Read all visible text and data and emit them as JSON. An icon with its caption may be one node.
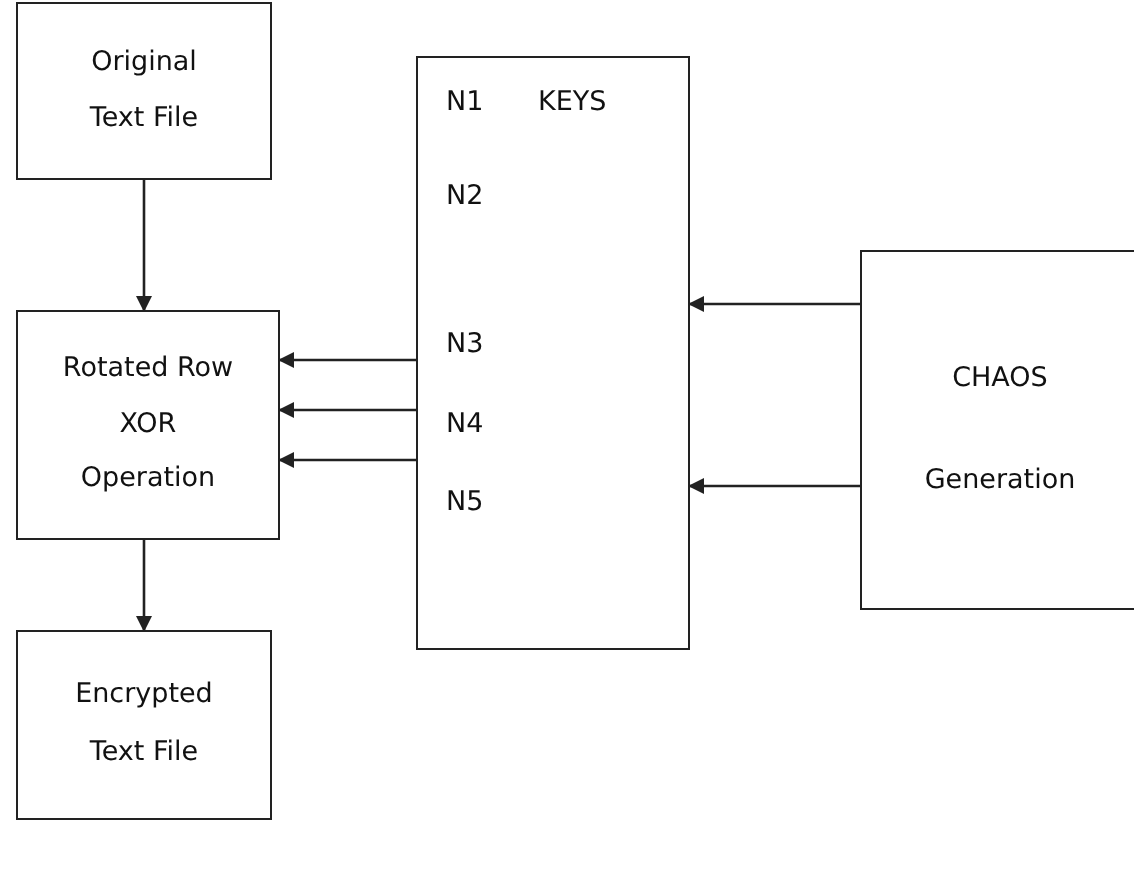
{
  "diagram": {
    "nodes": [
      {
        "text": [
          "Original",
          "Text File"
        ]
      },
      {
        "text": [
          "Rotated Row",
          "XOR",
          "Operation"
        ]
      },
      {
        "text": [
          "Encrypted",
          "Text File"
        ]
      },
      {
        "text": [
          "N1",
          "KEYS",
          "N2",
          "N3",
          "N4",
          "N5"
        ]
      },
      {
        "text": [
          "CHAOS",
          "Generation"
        ]
      }
    ],
    "edges": [
      {
        "from": 0,
        "to": 1,
        "arrow": "to"
      },
      {
        "from": 1,
        "to": 2,
        "arrow": "to"
      },
      {
        "from": 3,
        "to": 1,
        "arrow": "to"
      },
      {
        "from": 3,
        "to": 1,
        "arrow": "to"
      },
      {
        "from": 3,
        "to": 1,
        "arrow": "to"
      },
      {
        "from": 4,
        "to": 3,
        "arrow": "to"
      },
      {
        "from": 4,
        "to": 3,
        "arrow": "to"
      }
    ]
  }
}
